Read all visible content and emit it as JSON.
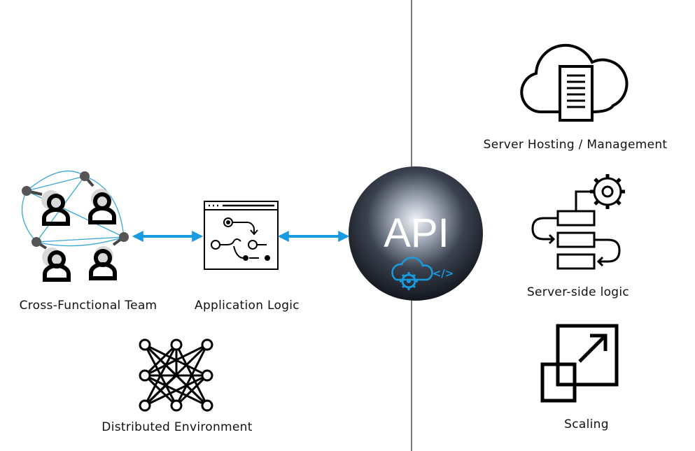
{
  "center": {
    "label": "API"
  },
  "left": {
    "team": {
      "label": "Cross-Functional Team"
    },
    "app_logic": {
      "label": "Application Logic"
    },
    "distributed": {
      "label": "Distributed Environment"
    }
  },
  "right": {
    "hosting": {
      "label": "Server Hosting / Management"
    },
    "server_logic": {
      "label": "Server-side logic"
    },
    "scaling": {
      "label": "Scaling"
    }
  },
  "colors": {
    "arrow": "#1a9be0",
    "network": "#3aa7d6",
    "divider": "#7a7a7a",
    "api_badge": "#1a9be0"
  },
  "icons": [
    "people-network-icon",
    "workflow-window-icon",
    "neural-network-icon",
    "cloud-server-icon",
    "server-gear-icon",
    "scaling-icon",
    "cloud-gear-code-icon"
  ]
}
